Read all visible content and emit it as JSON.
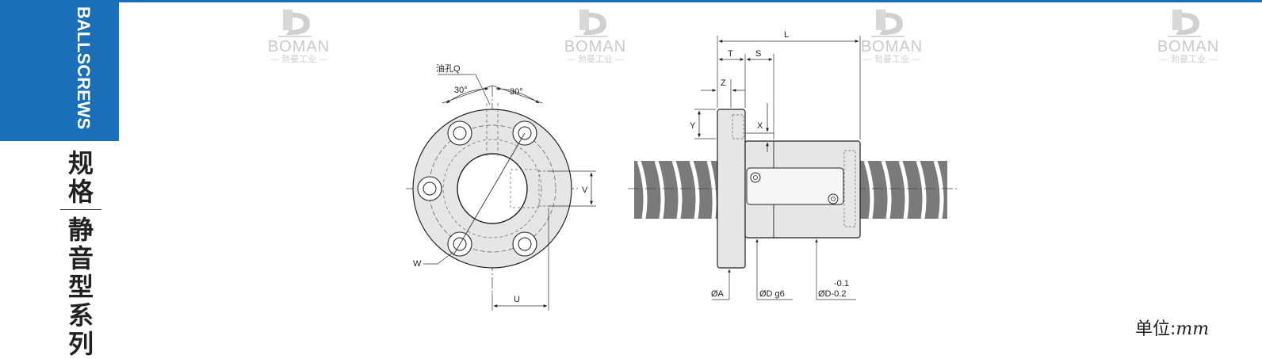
{
  "sidebar": {
    "category": "BALLSCREWS",
    "spec_title": "规格",
    "series_title": "静音型系列"
  },
  "watermark": {
    "brand": "BOMAN",
    "sub": "— 勃曼工业 —"
  },
  "drawing": {
    "front_view": {
      "oil_hole": "油孔Q",
      "angle_left": "30°",
      "angle_right": "30°",
      "W": "W",
      "U": "U",
      "V": "V"
    },
    "side_view": {
      "L": "L",
      "T": "T",
      "S": "S",
      "Z": "Z",
      "Y": "Y",
      "X": "X",
      "phiA": "ØA",
      "phiD_g6": "ØD g6",
      "phiD_tol": "ØD-0.2",
      "tol_upper": "-0.1"
    }
  },
  "unit": {
    "prefix": "单位:",
    "value": "mm"
  },
  "colors": {
    "accent": "#1a6fb8",
    "line": "#333333",
    "shaft": "#7a7a7a",
    "nut": "#e6e6e6"
  }
}
